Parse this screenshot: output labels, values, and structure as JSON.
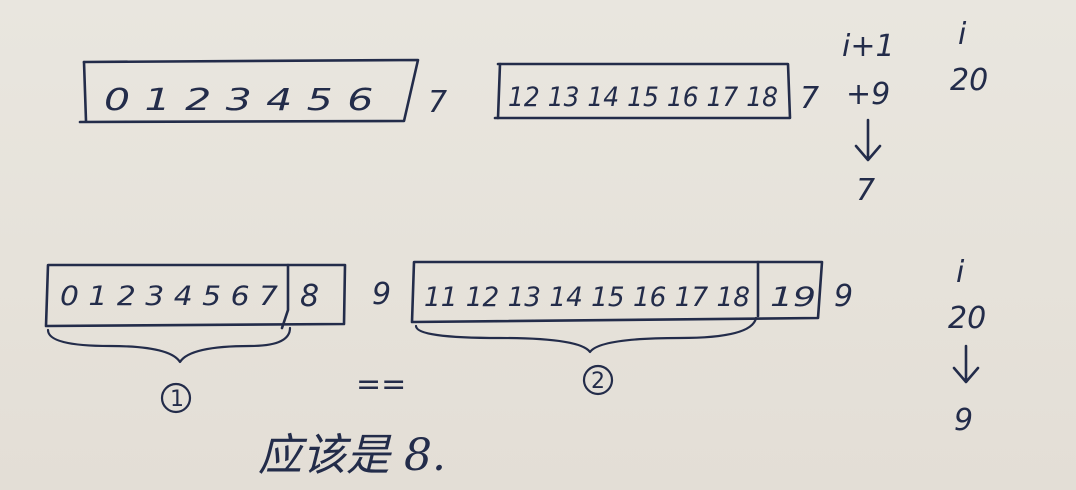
{
  "top_left": {
    "cells": "0 1 2 3 4 5 6",
    "outside": "7"
  },
  "top_right": {
    "cells": "12 13 14 15 16 17 18",
    "outside": "7"
  },
  "top_side": {
    "col1_top": "i+1",
    "col1_mid": "+9",
    "col1_bottom": "7",
    "col2_top": "i",
    "col2_mid": "20"
  },
  "bottom_left": {
    "cells": "0 1 2 3 4 5 6 7",
    "last_cell": "8",
    "brace_label": "1",
    "outside": "9"
  },
  "bottom_right": {
    "cells": "11 12 13 14 15 16 17 18",
    "extra_cell": "19",
    "outside": "9",
    "brace_label": "2"
  },
  "bottom_side": {
    "top": "i",
    "mid": "20",
    "bottom": "9"
  },
  "equals": "==",
  "conclusion": "应该是 8."
}
